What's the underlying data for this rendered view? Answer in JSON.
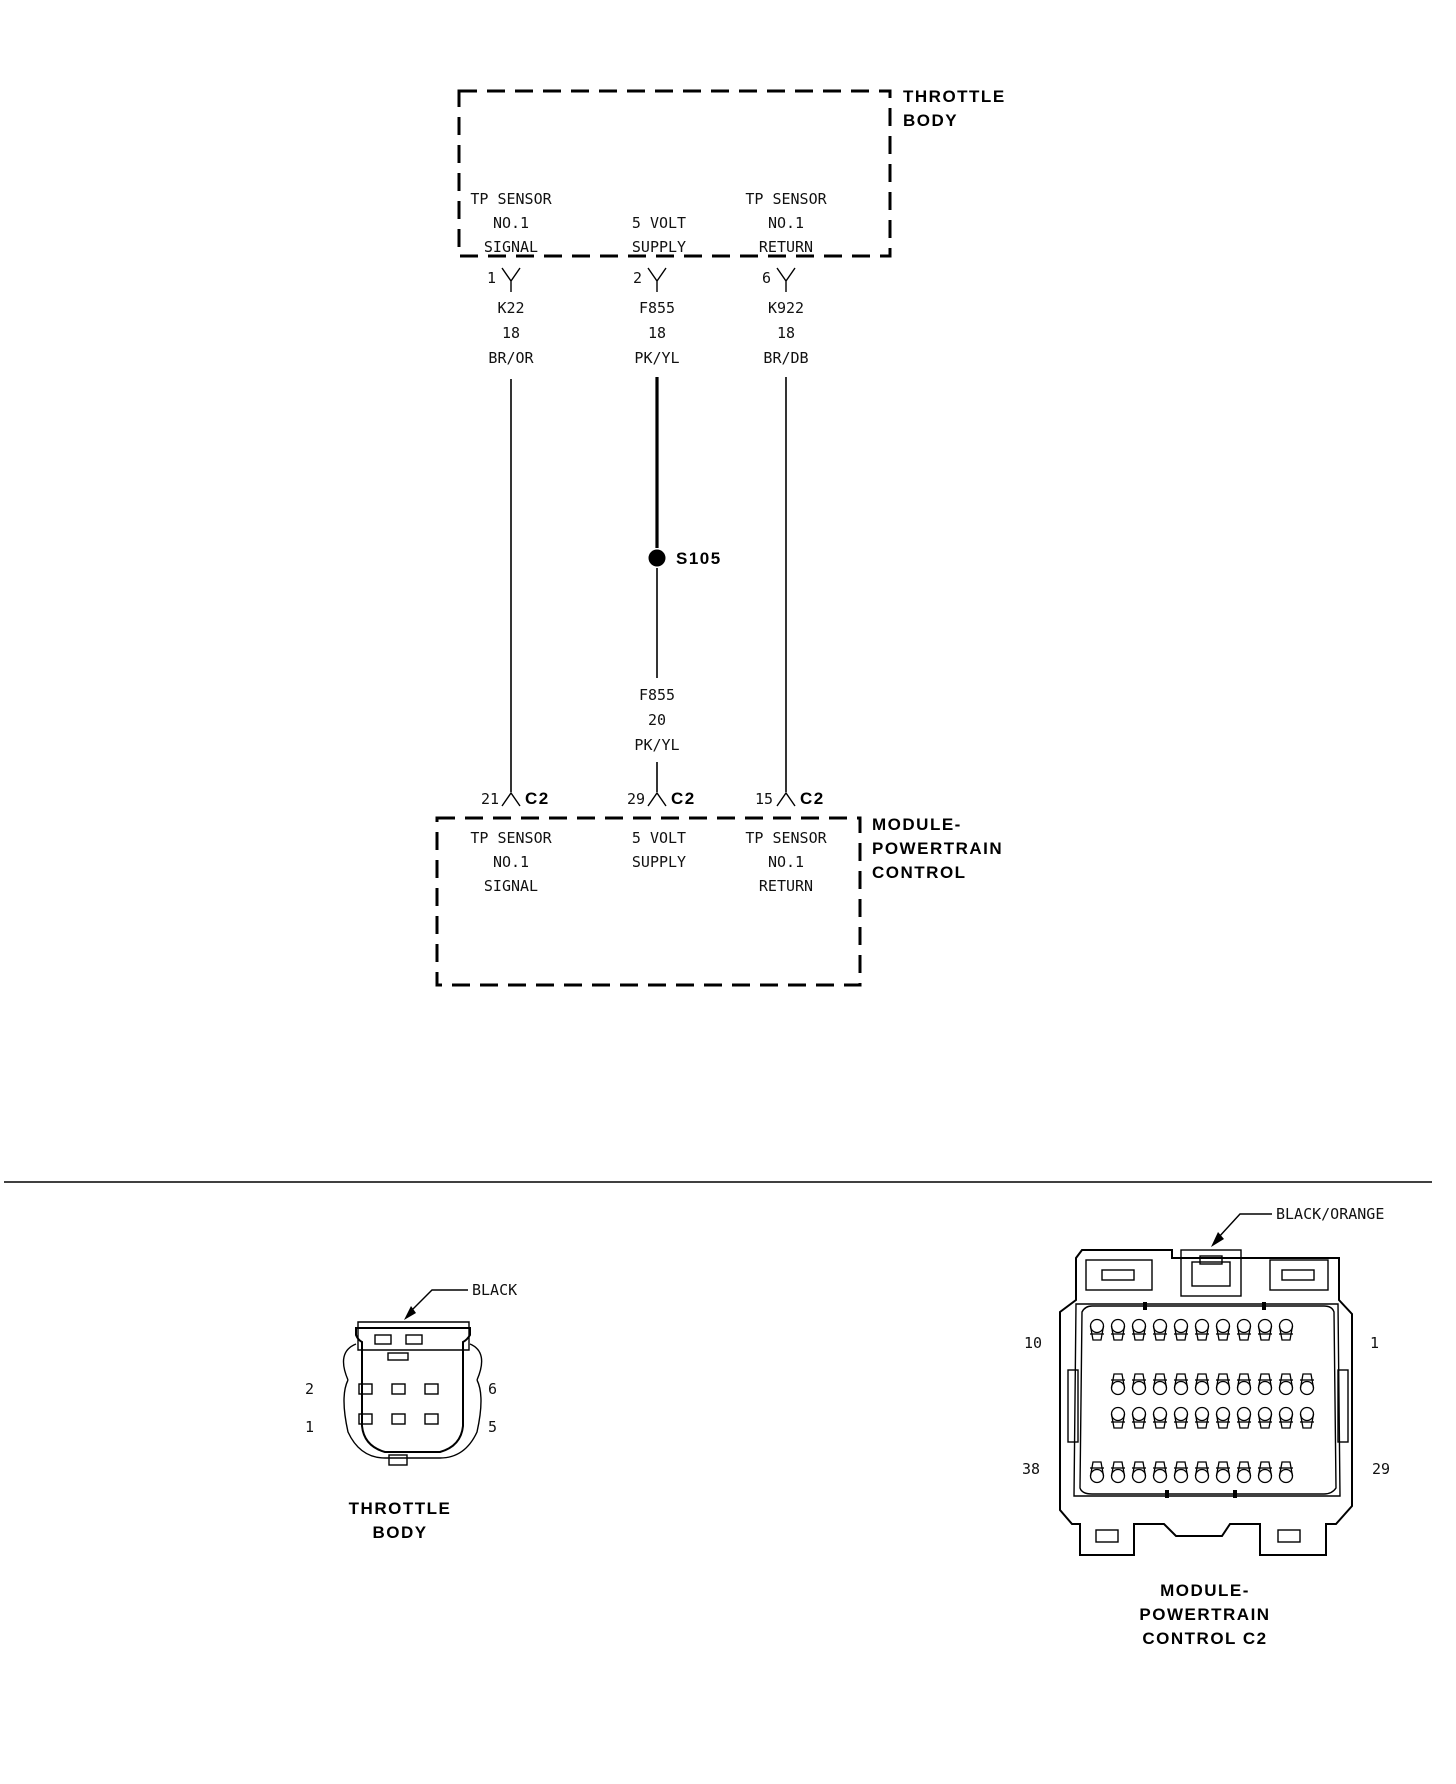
{
  "throttle_body": {
    "title_line1": "THROTTLE",
    "title_line2": "BODY",
    "pins": [
      {
        "func1": "TP SENSOR",
        "func2": "NO.1",
        "func3": "SIGNAL",
        "pin": "1",
        "circuit": "K22",
        "gauge": "18",
        "color": "BR/OR"
      },
      {
        "func1": "5 VOLT",
        "func2": "SUPPLY",
        "func3": "",
        "pin": "2",
        "circuit": "F855",
        "gauge": "18",
        "color": "PK/YL"
      },
      {
        "func1": "TP SENSOR",
        "func2": "NO.1",
        "func3": "RETURN",
        "pin": "6",
        "circuit": "K922",
        "gauge": "18",
        "color": "BR/DB"
      }
    ]
  },
  "splice": {
    "label": "S105"
  },
  "lower_wire": {
    "circuit": "F855",
    "gauge": "20",
    "color": "PK/YL"
  },
  "pcm": {
    "title_line1": "MODULE-",
    "title_line2": "POWERTRAIN",
    "title_line3": "CONTROL",
    "connector": "C2",
    "pins": [
      {
        "pin": "21",
        "func1": "TP SENSOR",
        "func2": "NO.1",
        "func3": "SIGNAL"
      },
      {
        "pin": "29",
        "func1": "5 VOLT",
        "func2": "SUPPLY",
        "func3": ""
      },
      {
        "pin": "15",
        "func1": "TP SENSOR",
        "func2": "NO.1",
        "func3": "RETURN"
      }
    ]
  },
  "tb_connector_view": {
    "color_callout": "BLACK",
    "pin_2": "2",
    "pin_1": "1",
    "pin_6": "6",
    "pin_5": "5",
    "caption_line1": "THROTTLE",
    "caption_line2": "BODY"
  },
  "pcm_connector_view": {
    "color_callout": "BLACK/ORANGE",
    "pin_10": "10",
    "pin_1": "1",
    "pin_38": "38",
    "pin_29": "29",
    "caption_line1": "MODULE-",
    "caption_line2": "POWERTRAIN",
    "caption_line3": "CONTROL C2"
  }
}
